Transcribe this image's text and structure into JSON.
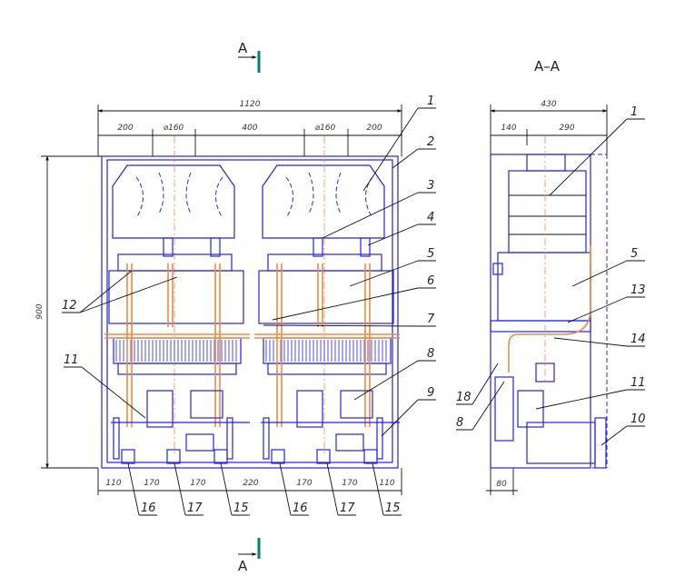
{
  "front_view": {
    "section_mark_top": "A",
    "section_mark_bottom": "A",
    "dim_overall_width": "1120",
    "dim_top": [
      "200",
      "⌀160",
      "400",
      "⌀160",
      "200"
    ],
    "dim_height": "900",
    "dim_bottom": [
      "110",
      "170",
      "170",
      "220",
      "170",
      "170",
      "110"
    ],
    "callouts_right": [
      "1",
      "2",
      "3",
      "4",
      "5",
      "6",
      "7",
      "8",
      "9"
    ],
    "callouts_left": [
      "12",
      "11"
    ],
    "callouts_bottom": [
      "16",
      "17",
      "15",
      "16",
      "17",
      "15"
    ]
  },
  "section_view": {
    "title": "A–A",
    "dim_overall_width": "430",
    "dim_top": [
      "140",
      "290"
    ],
    "dim_bottom": "80",
    "callouts_right": [
      "1",
      "5",
      "13",
      "14",
      "11",
      "10"
    ],
    "callouts_left": [
      "18",
      "8"
    ]
  },
  "colors": {
    "outline": "#2222ee",
    "pipe": "#f08a3c",
    "dimension": "#111111",
    "section_marker": "#008080"
  }
}
